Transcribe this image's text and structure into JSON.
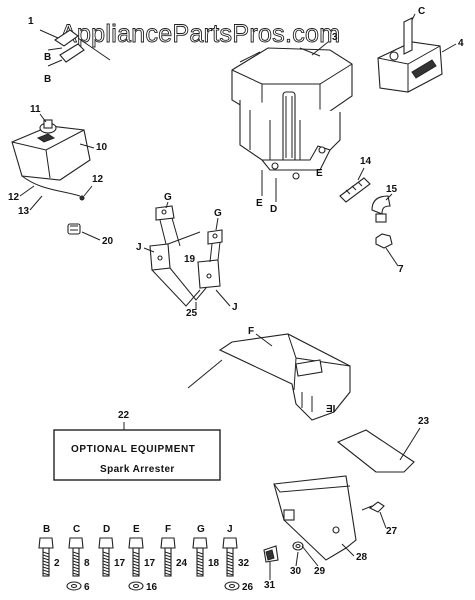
{
  "watermark": "AppliancePartsPros.com",
  "box": {
    "title": "OPTIONAL EQUIPMENT",
    "subtitle": "Spark Arrester"
  },
  "callouts": {
    "c1": "1",
    "c3": "3",
    "c4": "4",
    "c7": "7",
    "c10": "10",
    "c11": "11",
    "c12a": "12",
    "c12b": "12",
    "c13": "13",
    "c14": "14",
    "c15": "15",
    "c19": "19",
    "c20": "20",
    "c22": "22",
    "c23": "23",
    "c25": "25",
    "c27": "27",
    "c28": "28",
    "c29": "29",
    "c30": "30",
    "c31": "31"
  },
  "letters": {
    "B1": "B",
    "B2": "B",
    "C": "C",
    "E1": "E",
    "E2": "E",
    "D": "D",
    "G1": "G",
    "G2": "G",
    "J1": "J",
    "J2": "J",
    "F": "F"
  },
  "fasteners": [
    {
      "letter": "B",
      "num": "2"
    },
    {
      "letter": "C",
      "num": "8"
    },
    {
      "letter": "D",
      "num": "17"
    },
    {
      "letter": "E",
      "num": "17"
    },
    {
      "letter": "F",
      "num": "24"
    },
    {
      "letter": "G",
      "num": "18"
    },
    {
      "letter": "J",
      "num": "32"
    }
  ],
  "washers": [
    {
      "num": "6"
    },
    {
      "num": "16"
    },
    {
      "num": "26"
    }
  ]
}
